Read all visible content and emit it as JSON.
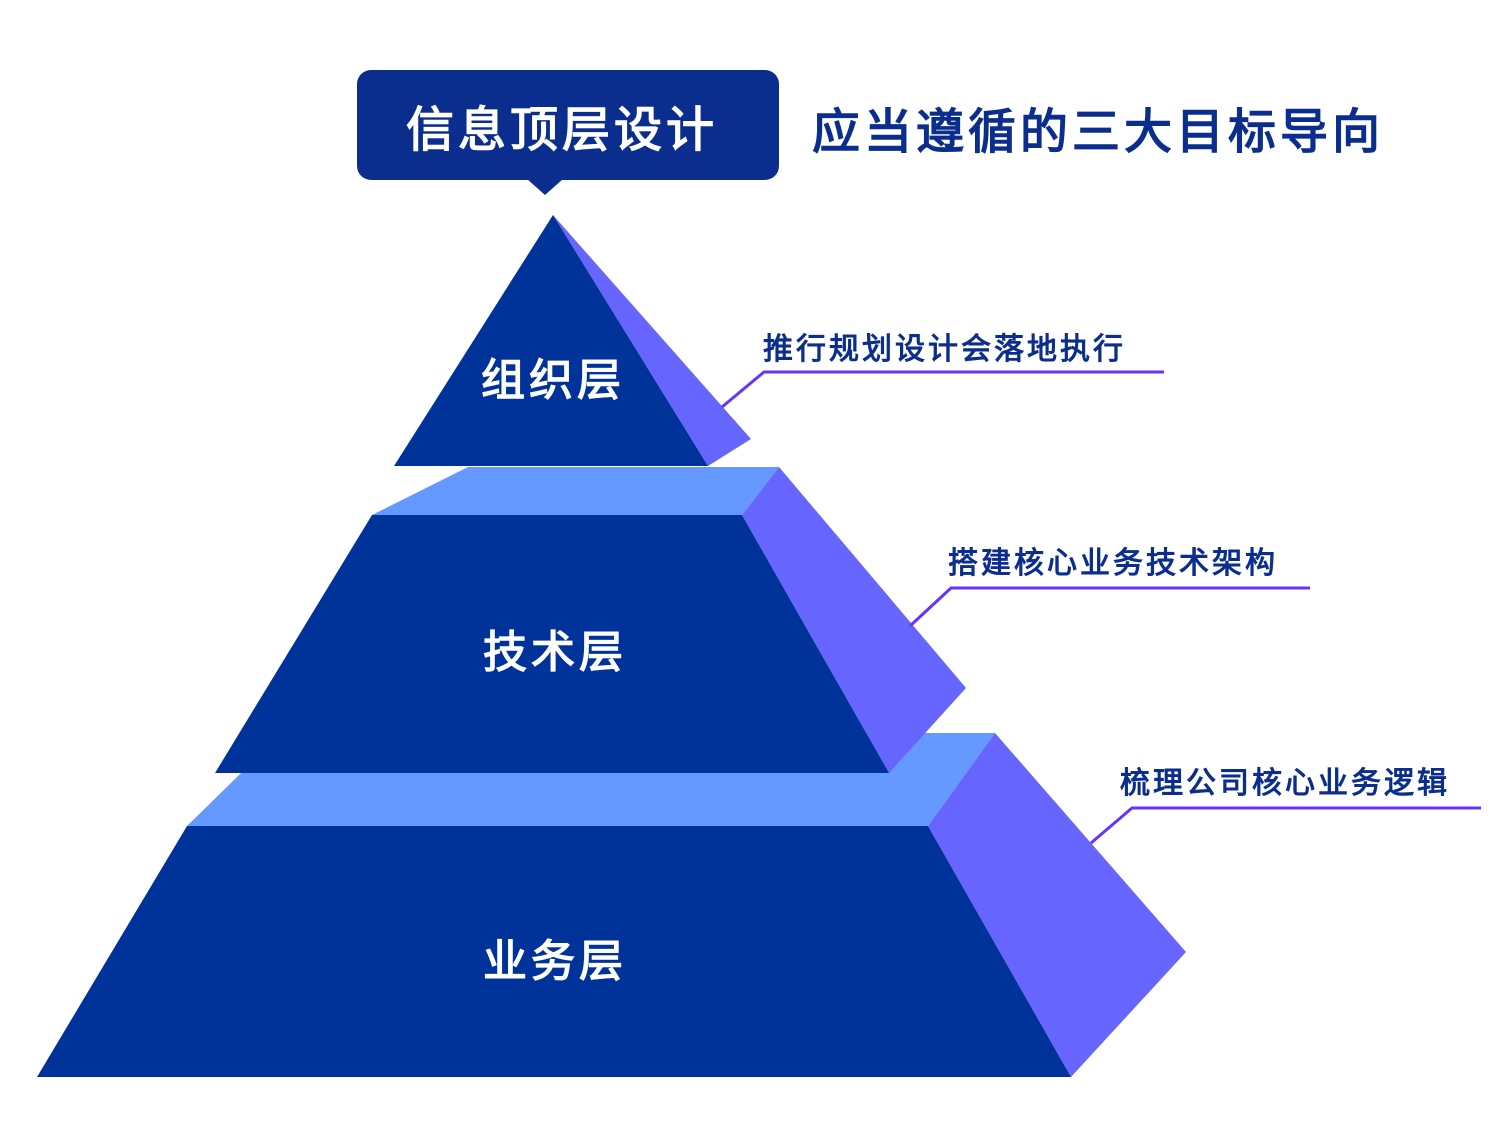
{
  "header": {
    "tag_title": "信息顶层设计",
    "subtitle": "应当遵循的三大目标导向"
  },
  "layers": [
    {
      "label": "组织层",
      "goal": "推行规划设计会落地执行"
    },
    {
      "label": "技术层",
      "goal": "搭建核心业务技术架构"
    },
    {
      "label": "业务层",
      "goal": "梳理公司核心业务逻辑"
    }
  ],
  "colors": {
    "front": "#003399",
    "side": "#6666ff",
    "top": "#6699ff",
    "line": "#6633ff"
  }
}
